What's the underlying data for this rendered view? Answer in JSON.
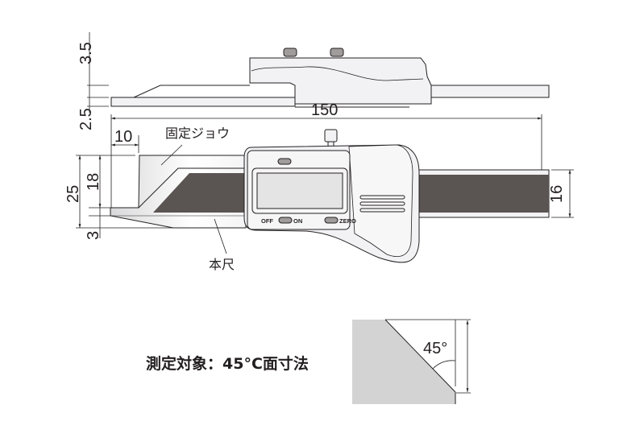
{
  "top_view": {
    "dim_top": "3.5",
    "dim_bottom": "2.5"
  },
  "front_view": {
    "dim_length": "150",
    "dim_jaw_offset": "10",
    "dim_height_total": "25",
    "dim_height_jaw": "18",
    "dim_height_blade": "3",
    "dim_beam_width": "16",
    "label_fixed_jaw": "固定ジョウ",
    "label_main_scale": "本尺",
    "button_off": "OFF",
    "button_on": "ON",
    "button_zero": "ZERO"
  },
  "measurement": {
    "caption": "測定対象：45°C面寸法",
    "angle": "45°"
  },
  "colors": {
    "line": "#231f20",
    "beam_dark": "#5a5452",
    "body_light": "#f2f2f4",
    "lcd": "#e4e4e4",
    "target_gray": "#d3d3d3"
  }
}
